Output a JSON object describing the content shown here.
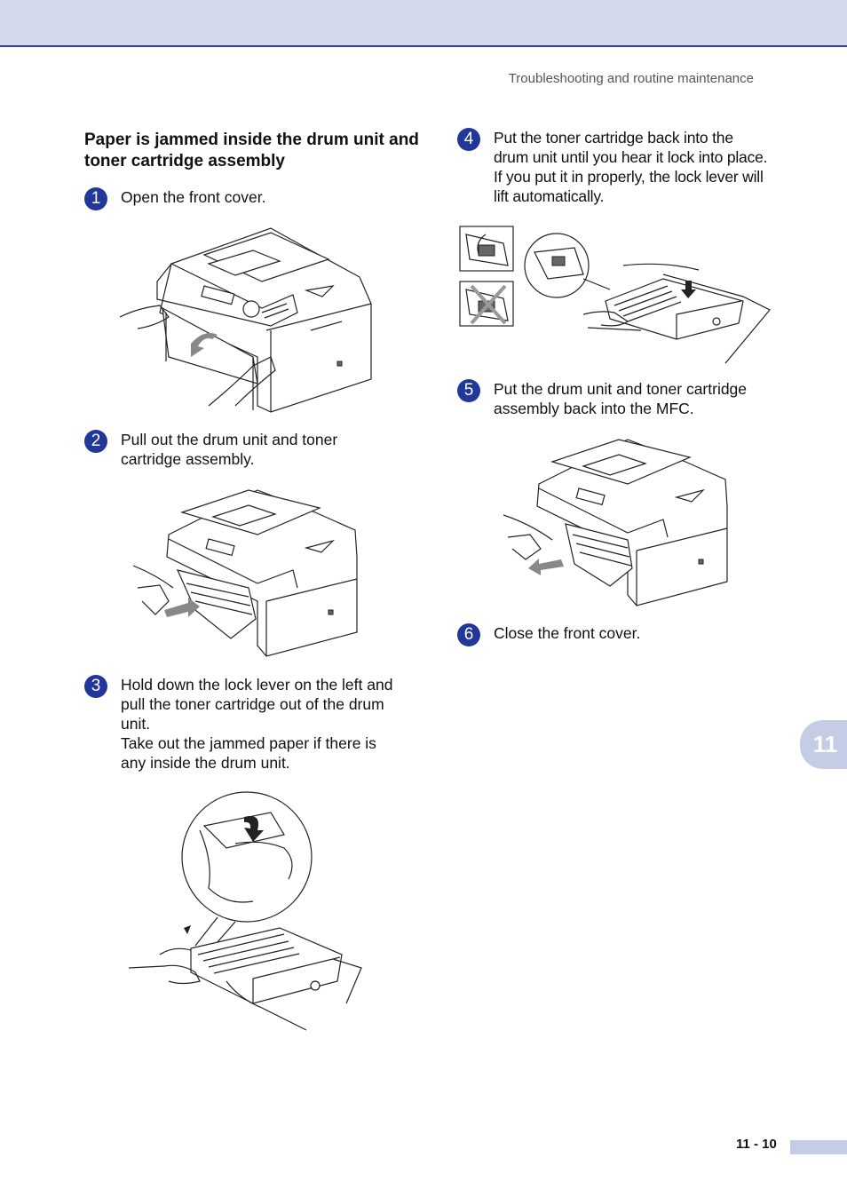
{
  "header": {
    "running_title": "Troubleshooting and routine maintenance"
  },
  "section": {
    "title": "Paper is jammed inside the drum unit and toner cartridge assembly"
  },
  "steps": [
    {
      "number": "1",
      "lines": [
        "Open the front cover."
      ]
    },
    {
      "number": "2",
      "lines": [
        "Pull out the drum unit and toner",
        "cartridge assembly."
      ]
    },
    {
      "number": "3",
      "lines": [
        "Hold down the lock lever on the left and",
        "pull the toner cartridge out of the drum",
        "unit.",
        "Take out the jammed paper if there is",
        "any inside the drum unit."
      ]
    },
    {
      "number": "4",
      "lines": [
        "Put the toner cartridge back into the",
        "drum unit until you hear it lock into place.",
        "If you put it in properly, the lock lever will",
        "lift automatically."
      ]
    },
    {
      "number": "5",
      "lines": [
        "Put the drum unit and toner cartridge",
        "assembly back into the MFC."
      ]
    },
    {
      "number": "6",
      "lines": [
        "Close the front cover."
      ]
    }
  ],
  "chapter_tab": {
    "label": "11"
  },
  "footer": {
    "page_number": "11 - 10"
  },
  "colors": {
    "accent_blue": "#22379a",
    "band": "#d2d9ec",
    "tab": "#c5cde6"
  }
}
